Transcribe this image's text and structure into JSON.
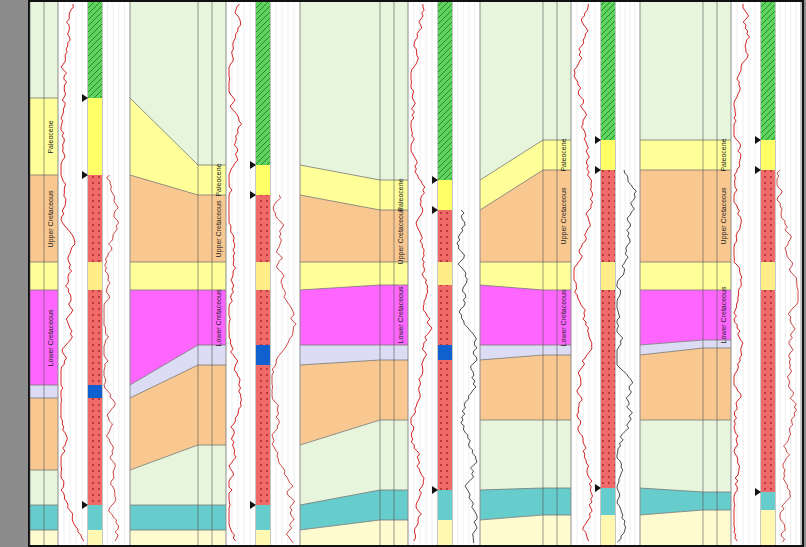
{
  "diagram": {
    "labels": [
      "Paleocene",
      "Upper Cretaceous",
      "Lower Cretaceous",
      "Paleocene",
      "Upper Cretaceous",
      "Lower Cretaceous",
      "Paleocene",
      "Upper Cretaceous",
      "Lower Cretaceous",
      "Paleocene",
      "Upper Cretaceous",
      "Lower Cretaceous",
      "Paleocene",
      "Upper Cretaceous",
      "Lower Cretaceous"
    ]
  }
}
